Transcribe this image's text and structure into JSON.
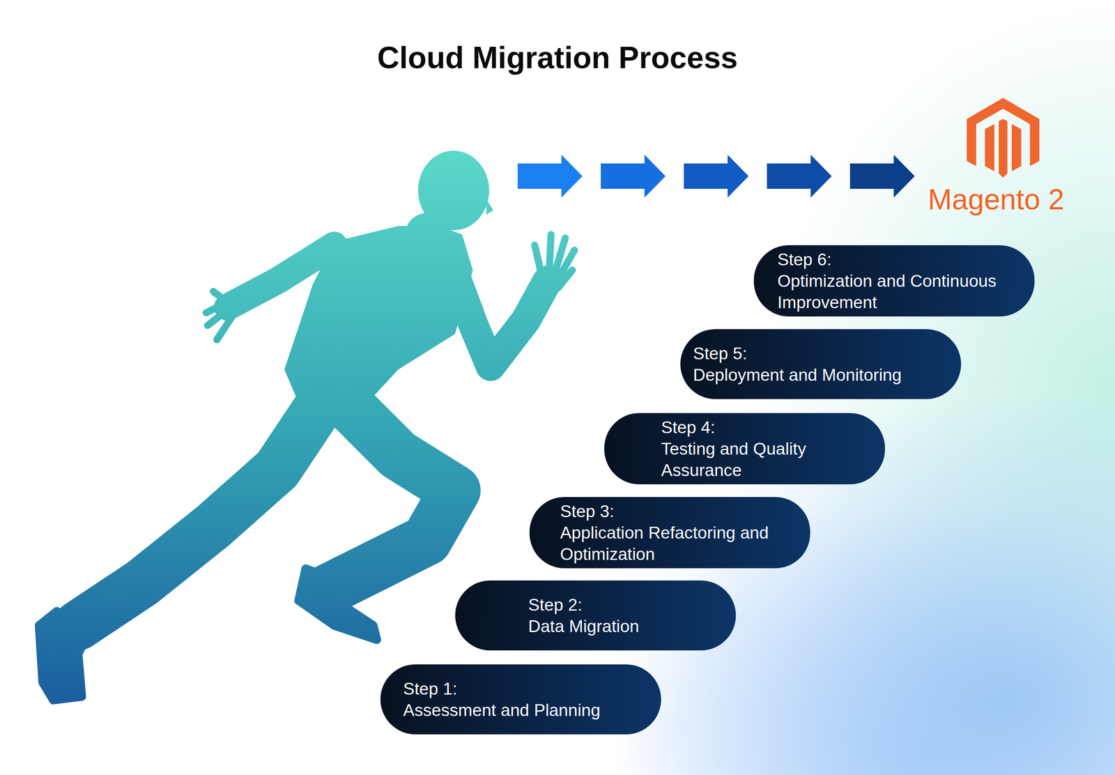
{
  "diagram": {
    "title": "Cloud Migration Process",
    "nodes": [
      {
        "text": [
          "Step 1:",
          "Assessment and Planning"
        ]
      },
      {
        "text": [
          "Step 2:",
          "Data Migration"
        ]
      },
      {
        "text": [
          "Step 3:",
          "Application Refactoring and Optimization"
        ]
      },
      {
        "text": [
          "Step 4:",
          "Testing and Quality Assurance"
        ]
      },
      {
        "text": [
          "Step 5:",
          "Deployment and Monitoring"
        ]
      },
      {
        "text": [
          "Step 6:",
          "Optimization and Continuous Improvement"
        ]
      }
    ],
    "labels": [
      "Magento 2"
    ]
  }
}
